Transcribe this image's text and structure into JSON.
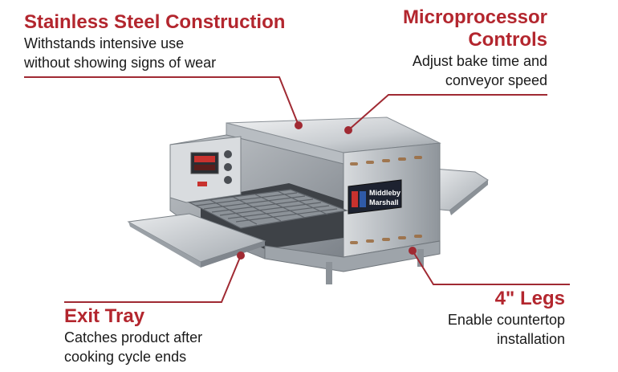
{
  "callouts": {
    "steel": {
      "title": "Stainless Steel Construction",
      "desc_line1": "Withstands intensive use",
      "desc_line2": "without showing signs of wear"
    },
    "micro": {
      "title_line1": "Microprocessor",
      "title_line2": "Controls",
      "desc_line1": "Adjust bake time and",
      "desc_line2": "conveyor speed"
    },
    "exit": {
      "title": "Exit Tray",
      "desc_line1": "Catches product after",
      "desc_line2": "cooking cycle ends"
    },
    "legs": {
      "title": "4\" Legs",
      "desc_line1": "Enable countertop",
      "desc_line2": "installation"
    }
  },
  "product": {
    "brand_line1": "Middleby",
    "brand_line2": "Marshall"
  },
  "colors": {
    "accent": "#b3262e",
    "line": "#a02a33",
    "text": "#1a1a1a",
    "steel_light": "#e6e8ea",
    "steel_mid": "#b9bec4",
    "steel_dark": "#80868d"
  }
}
